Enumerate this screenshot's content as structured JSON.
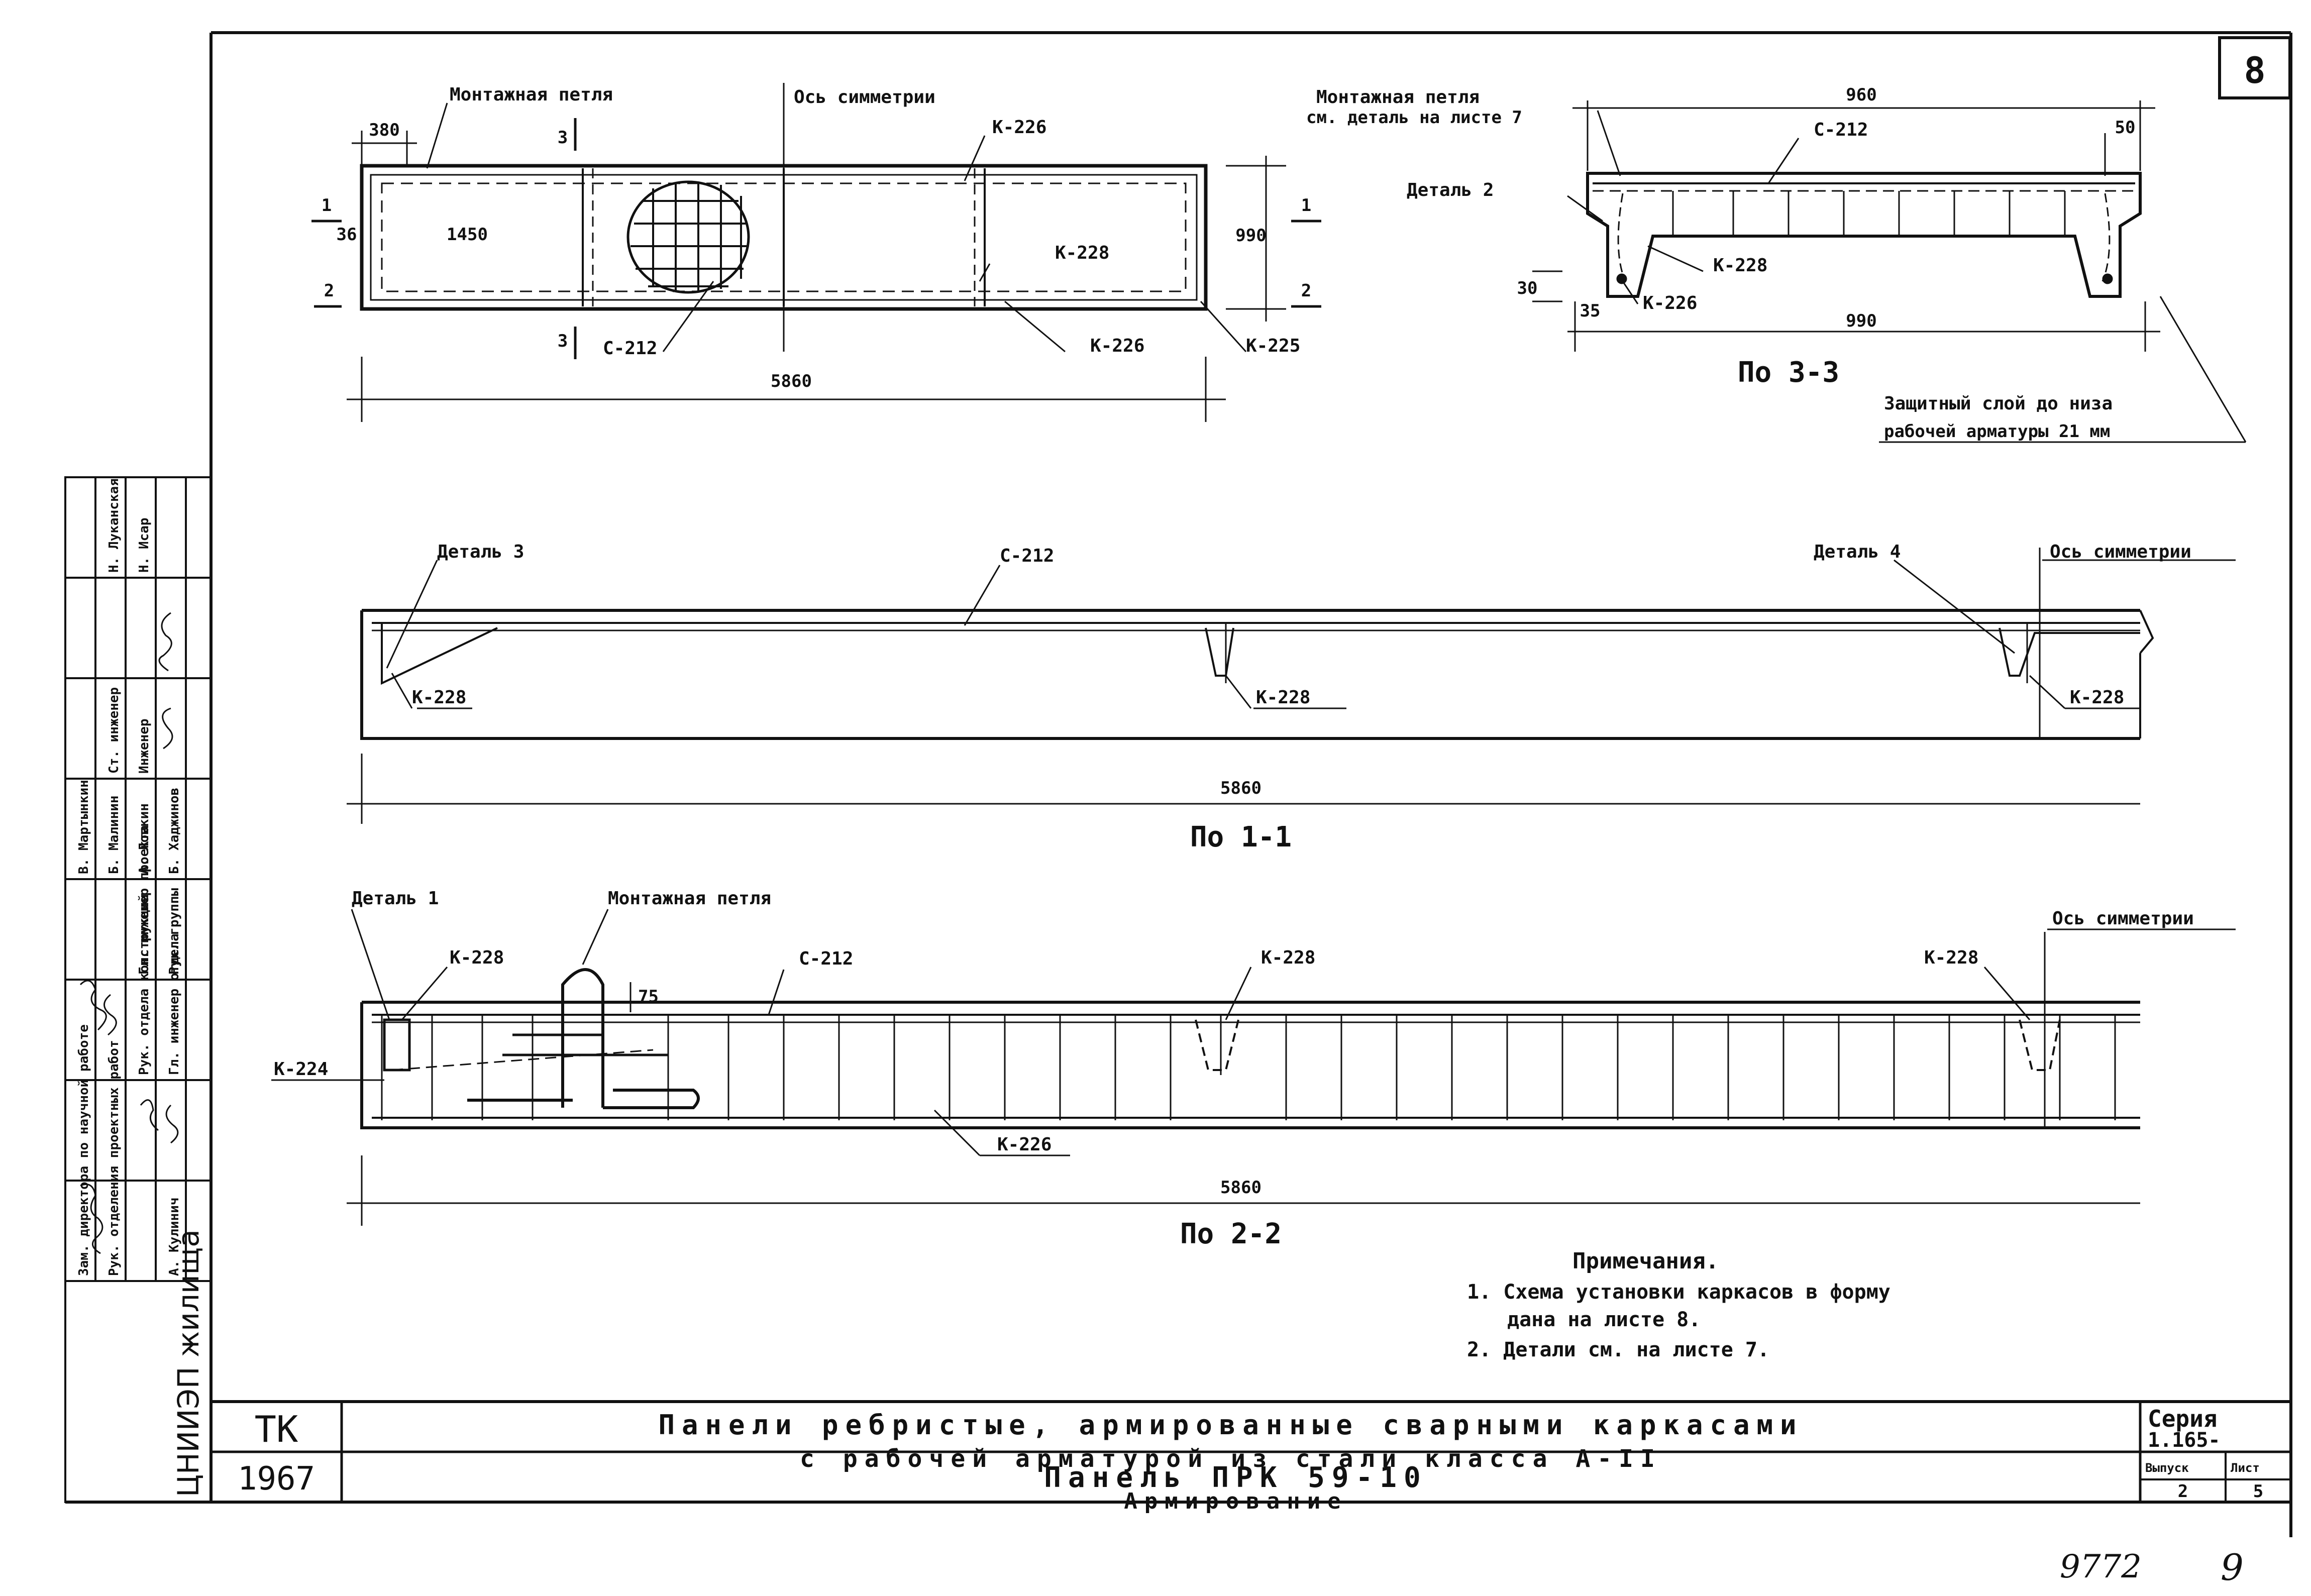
{
  "sheet_number": "8",
  "plan": {
    "loop_label": "Монтажная петля",
    "axis_label": "Ось симметрии",
    "k226_top": "К-226",
    "k228": "К-228",
    "k226_bottom": "К-226",
    "k225": "К-225",
    "c212": "С-212",
    "d380": "380",
    "d36": "36",
    "d1450": "1450",
    "d990": "990",
    "d5860": "5860",
    "sec_1": "1",
    "sec_2": "2",
    "sec_3": "3"
  },
  "section33": {
    "loop_label": "Монтажная петля",
    "loop_ref": "см. деталь на листе 7",
    "detail2": "Деталь 2",
    "c212": "С-212",
    "k228": "К-228",
    "k226": "К-226",
    "d960": "960",
    "d50": "50",
    "d30": "30",
    "d35": "35",
    "d990": "990",
    "caption": "По 3-3",
    "cover_note_1": "Защитный слой до низа",
    "cover_note_2": "рабочей арматуры 21 мм"
  },
  "section11": {
    "detail3": "Деталь 3",
    "c212": "С-212",
    "detail4": "Деталь 4",
    "axis_label": "Ось симметрии",
    "k228_a": "К-228",
    "k228_b": "К-228",
    "k228_c": "К-228",
    "d5860": "5860",
    "caption": "По 1-1"
  },
  "section22": {
    "detail1": "Деталь 1",
    "loop_label": "Монтажная петля",
    "axis_label": "Ось симметрии",
    "k228_a": "К-228",
    "c212": "С-212",
    "k228_b": "К-228",
    "k228_c": "К-228",
    "k224": "К-224",
    "k226": "К-226",
    "d75": "75",
    "d5860": "5860",
    "caption": "По 2-2"
  },
  "notes": {
    "heading": "Примечания.",
    "line1": "1. Схема установки каркасов в форму",
    "line2": "дана на листе 8.",
    "line3": "2. Детали см. на листе 7."
  },
  "title_block": {
    "org_code": "ТК",
    "year": "1967",
    "institute": "ЦНИИЭП жилища",
    "title_line1": "Панели ребристые, армированные сварными каркасами",
    "title_line2": "с рабочей арматурой из стали класса А-II",
    "panel_line1": "Панель ПРК 59-10",
    "panel_line2": "Армирование",
    "series_label": "Серия",
    "series_value": "1.165-",
    "issue_label": "Выпуск",
    "issue_value": "2",
    "sheet_label": "Лист",
    "sheet_value": "5"
  },
  "signatures": {
    "roles": [
      "Зам. директора по научной работе",
      "Рук. отделения проектных работ",
      "Рук. отдела конструкций",
      "Гл. инженер отдела",
      "Гл. инженер проекта",
      "Рук. группы",
      "Ст. инженер",
      "Инженер",
      "Н. Луканская",
      "Н. Исар"
    ],
    "names": [
      "А. Кулинич",
      "В. Мартынкин",
      "Б. Малинин",
      "А. Ловкин",
      "Б. Хаджинов"
    ]
  },
  "footer": {
    "inventory_number": "9772",
    "page_number": "9"
  }
}
